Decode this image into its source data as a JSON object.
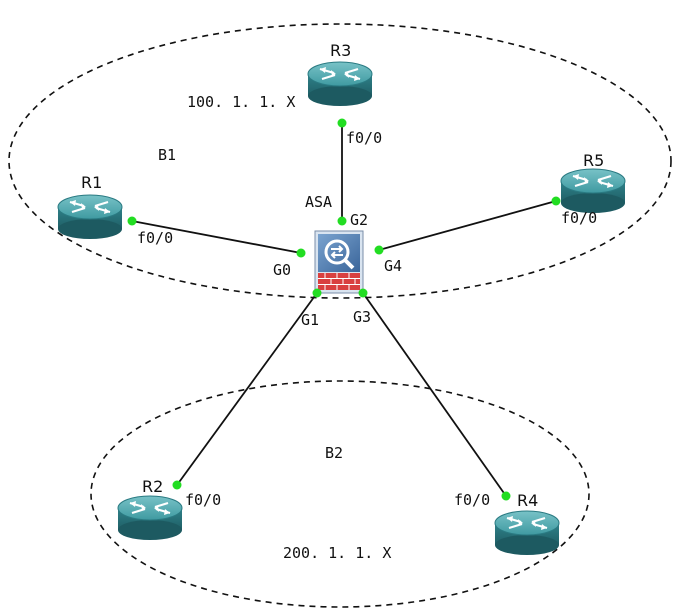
{
  "networks": {
    "b1": {
      "name": "B1",
      "subnet": "100. 1. 1. X"
    },
    "b2": {
      "name": "B2",
      "subnet": "200. 1. 1. X"
    }
  },
  "firewall": {
    "name": "ASA",
    "ports": {
      "g0": "G0",
      "g1": "G1",
      "g2": "G2",
      "g3": "G3",
      "g4": "G4"
    }
  },
  "routers": {
    "r1": {
      "name": "R1",
      "port": "f0/0"
    },
    "r2": {
      "name": "R2",
      "port": "f0/0"
    },
    "r3": {
      "name": "R3",
      "port": "f0/0"
    },
    "r4": {
      "name": "R4",
      "port": "f0/0"
    },
    "r5": {
      "name": "R5",
      "port": "f0/0"
    }
  },
  "colors": {
    "router_body": "#2e7d85",
    "router_top": "#56a9af",
    "link_dot": "#22dd22",
    "firewall_blue": "#4a77a8",
    "firewall_brick": "#d94040"
  }
}
